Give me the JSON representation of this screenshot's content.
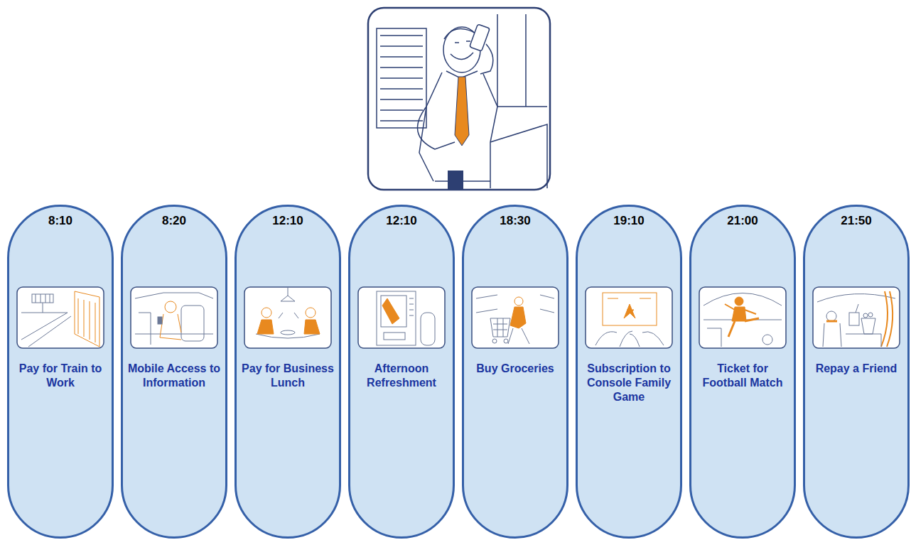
{
  "diagram": {
    "nodes": [
      {
        "text": [
          "8:10",
          "Pay for Train to Work"
        ]
      },
      {
        "text": [
          "8:20",
          "Mobile Access to Information"
        ]
      },
      {
        "text": [
          "12:10",
          "Pay for Business Lunch"
        ]
      },
      {
        "text": [
          "12:10",
          "Afternoon Refreshment"
        ]
      },
      {
        "text": [
          "18:30",
          "Buy Groceries"
        ]
      },
      {
        "text": [
          "19:10",
          "Subscription to Console Family Game"
        ]
      },
      {
        "text": [
          "21:00",
          "Ticket for Football Match"
        ]
      },
      {
        "text": [
          "21:50",
          "Repay a Friend"
        ]
      }
    ]
  }
}
